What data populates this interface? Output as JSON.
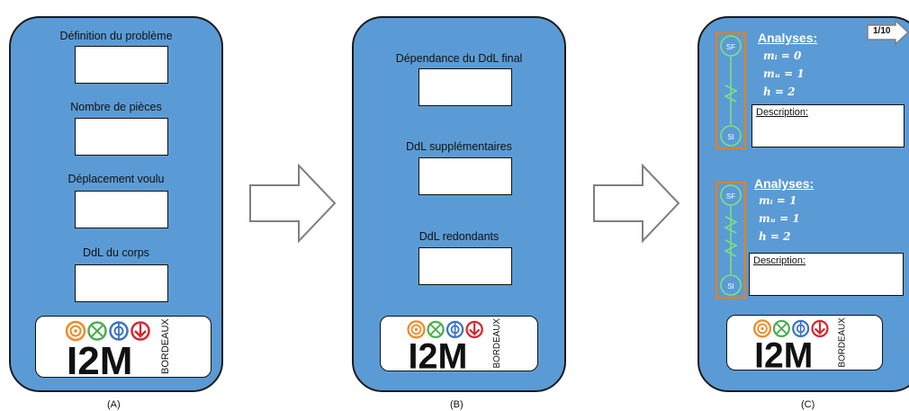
{
  "panel_a": {
    "fields": [
      "Définition du problème",
      "Nombre de pièces",
      "Déplacement voulu",
      "DdL du corps"
    ],
    "caption": "(A)"
  },
  "panel_b": {
    "fields": [
      "Dépendance du DdL final",
      "DdL supplémentaires",
      "DdL redondants"
    ],
    "caption": "(B)"
  },
  "panel_c": {
    "page_badge": "1/10",
    "caption": "(C)",
    "blocks": [
      {
        "title": "Analyses:",
        "lines": [
          "mᵢ = 0",
          "mᵤ = 1",
          "h = 2"
        ],
        "description_label": "Description:",
        "top_node": "SF",
        "bottom_node": "SI"
      },
      {
        "title": "Analyses:",
        "lines": [
          "mᵢ = 1",
          "mᵤ = 1",
          "h = 2"
        ],
        "description_label": "Description:",
        "top_node": "SF",
        "bottom_node": "SI"
      }
    ]
  },
  "logo": {
    "text": "I2M",
    "side_text": "BORDEAUX"
  },
  "colors": {
    "panel": "#5b9bd5",
    "node_green": "#7ee07e",
    "frame_orange": "#d9822b",
    "logo_orange": "#f08a24",
    "logo_green": "#4caf50",
    "logo_blue": "#3b73c4",
    "logo_red": "#d7262e"
  }
}
